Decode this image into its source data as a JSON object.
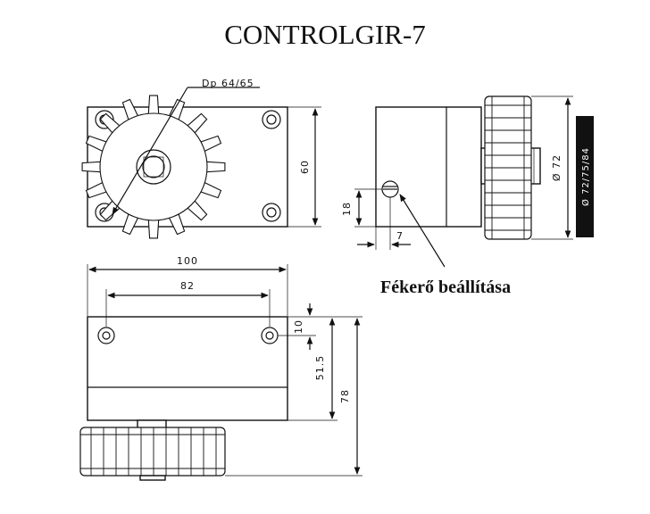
{
  "title": "CONTROLGIR-7",
  "labels": {
    "pitch_diameter": "Dp 64/65",
    "dim_60": "60",
    "dim_18": "18",
    "dim_7": "7",
    "dim_72": "Ø 72",
    "band": "Ø 72/75/84",
    "dim_100": "100",
    "dim_82": "82",
    "dim_10": "10",
    "dim_51_5": "51.5",
    "dim_78": "78",
    "brake_adjust": "Fékerő beállítása"
  },
  "colors": {
    "line": "#111111",
    "band_bg": "#111111",
    "band_text": "#ffffff"
  }
}
